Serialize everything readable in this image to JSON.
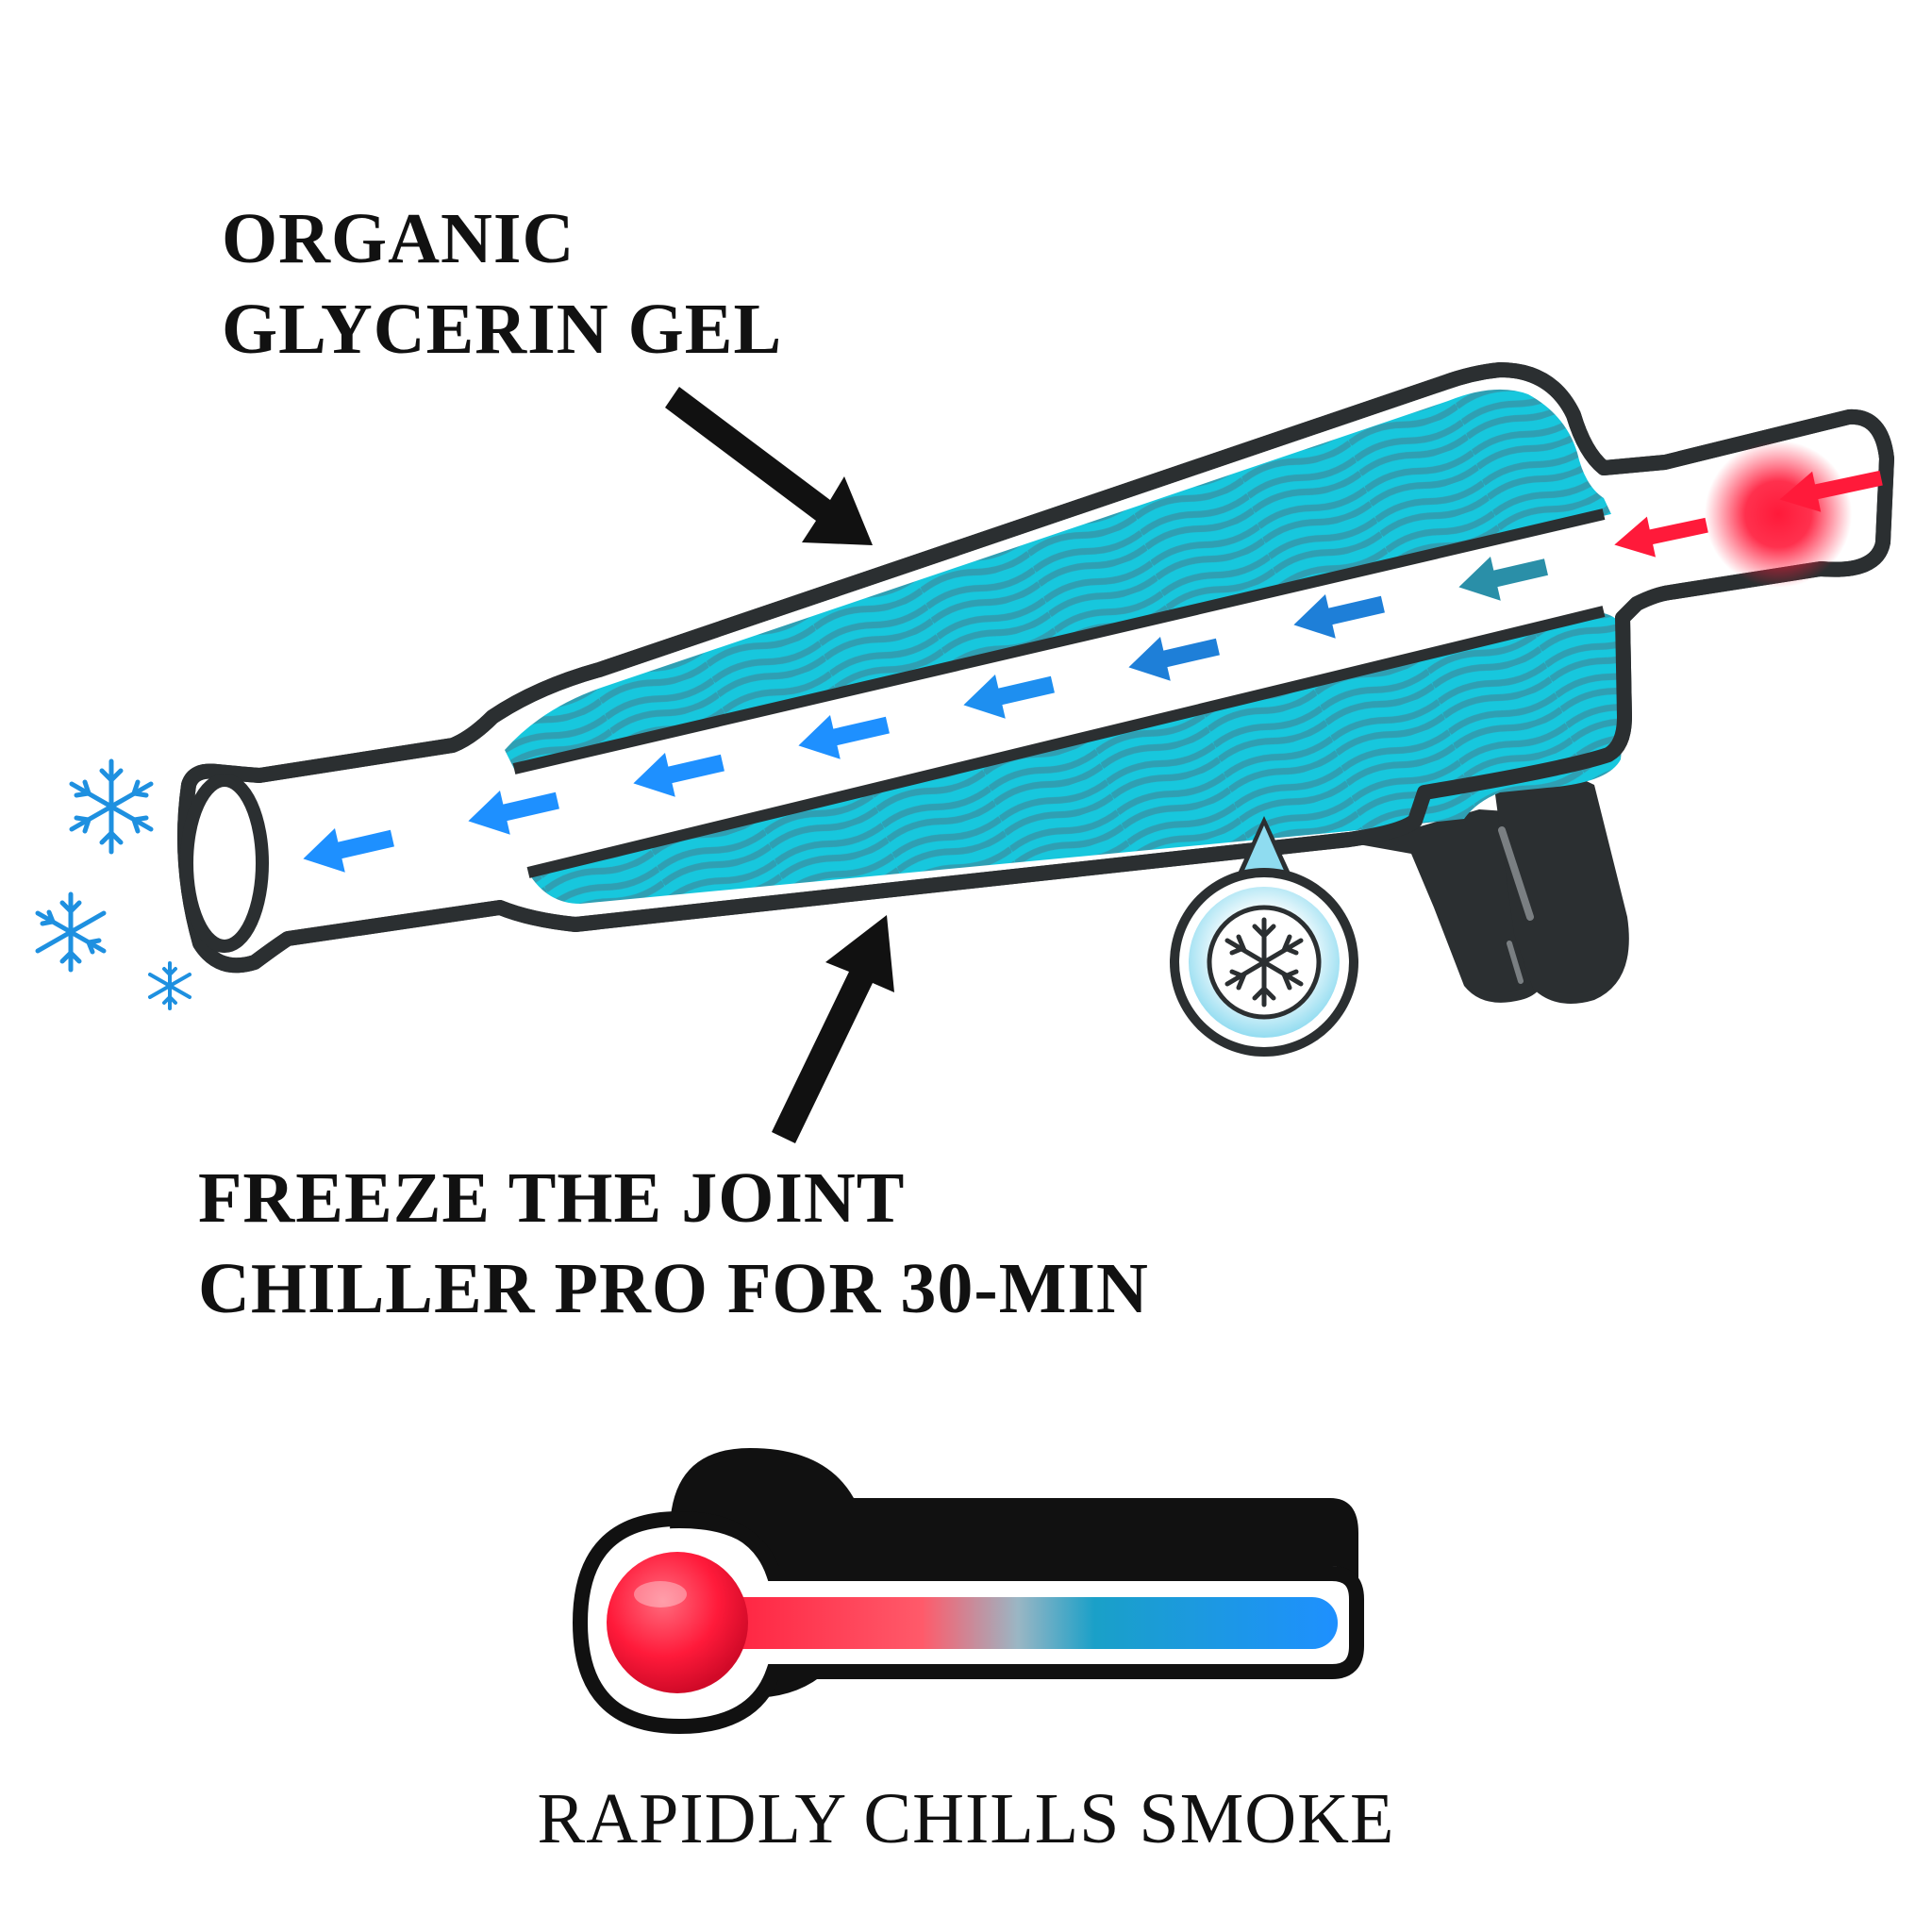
{
  "labels": {
    "gel_line1": "ORGANIC",
    "gel_line2": "GLYCERIN GEL",
    "freeze_line1": "FREEZE THE JOINT",
    "freeze_line2": "CHILLER PRO FOR 30-MIN",
    "chill": "RAPIDLY CHILLS SMOKE"
  },
  "icons": {
    "device": "joint-chiller-device-icon",
    "freeze_badge": "snowflake-badge-icon",
    "thermometer": "thermometer-icon",
    "snowflakes": "snowflake-icon"
  },
  "colors": {
    "outline": "#2b2f31",
    "gel": "#17c7dd",
    "gel_swirl": "#2f9fb3",
    "hot": "#ff1a3a",
    "cold": "#1e90ff",
    "snow": "#1e90e0"
  }
}
